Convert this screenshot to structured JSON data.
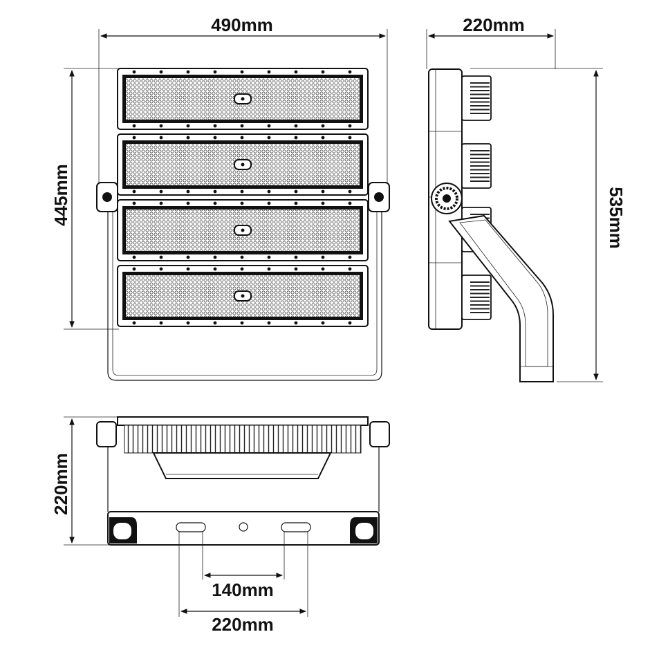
{
  "dimensions": {
    "front_width": "490mm",
    "front_height": "445mm",
    "side_depth": "220mm",
    "side_height": "535mm",
    "bottom_depth": "220mm",
    "hole_spacing_inner": "140mm",
    "hole_spacing_outer": "220mm"
  },
  "modules": 4,
  "colors": {
    "line": "#111111",
    "background": "#ffffff"
  }
}
